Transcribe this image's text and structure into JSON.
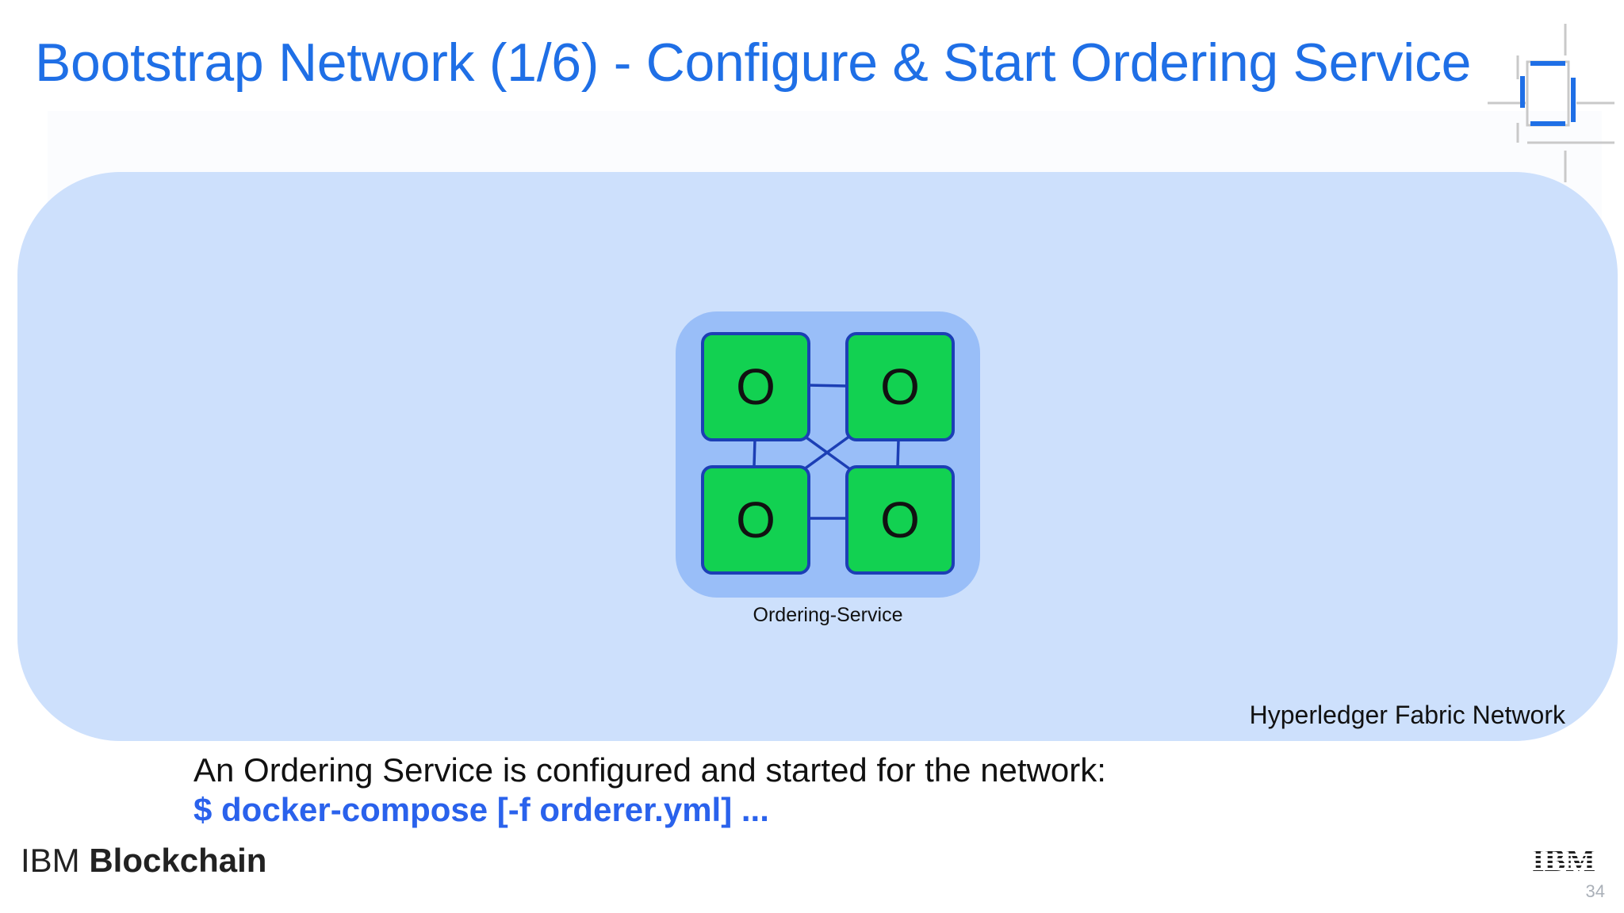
{
  "slide": {
    "title": "Bootstrap Network (1/6) - Configure & Start Ordering Service",
    "page_number": "34"
  },
  "network": {
    "label": "Hyperledger Fabric Network"
  },
  "ordering_service": {
    "label": "Ordering-Service",
    "nodes": [
      "O",
      "O",
      "O",
      "O"
    ]
  },
  "caption": {
    "text": "An Ordering Service is configured and started for the network:",
    "command": "$ docker-compose [-f orderer.yml] ..."
  },
  "brand": {
    "prefix": "IBM",
    "name": "Blockchain",
    "logo_text": "IBM"
  },
  "colors": {
    "title_blue": "#1f6fe6",
    "network_fill": "#cde0fc",
    "service_fill": "#99bef8",
    "node_fill": "#12d151",
    "node_border": "#1c3fb5",
    "command_blue": "#2a62ec"
  },
  "icons": [
    "ibm-logo-icon",
    "corner-decoration-icon"
  ]
}
